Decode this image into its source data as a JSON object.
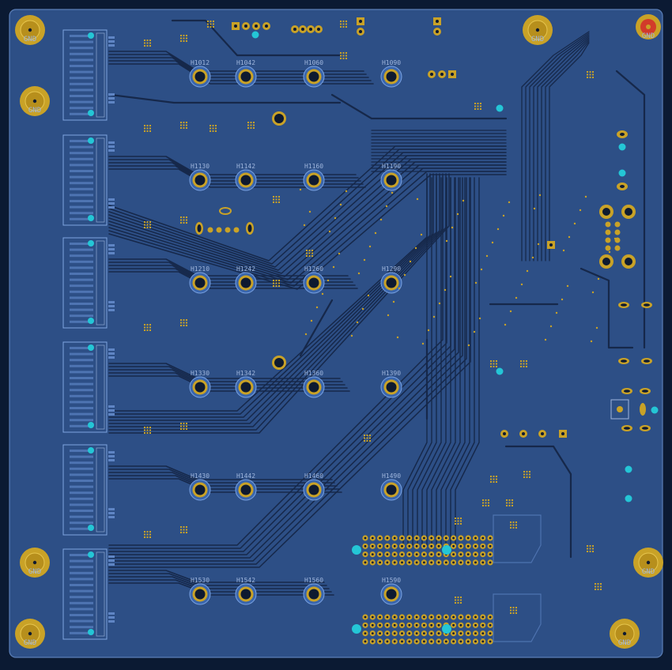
{
  "board": {
    "colors": {
      "background": "#0b1a33",
      "copper": "#2d4f86",
      "copper_light": "#3d62a0",
      "trace": "#16284a",
      "pad_gold": "#c9a227",
      "via_cyan": "#24c6d6",
      "silk": "#9fb6dd",
      "drill": "#0e1a30",
      "fiducial_red": "#d23b2a"
    },
    "mounting_hole_label": "GND",
    "mounting_holes": [
      "GND",
      "GND",
      "GND",
      "GND",
      "GND",
      "GND",
      "GND",
      "GND"
    ],
    "connector_labels": [
      "H1012",
      "H1042",
      "H1060",
      "H1090",
      "H1130",
      "H1142",
      "H1160",
      "H1190",
      "H1210",
      "H1242",
      "H1260",
      "H1290",
      "H1330",
      "H1342",
      "H1360",
      "H1390",
      "H1430",
      "H1442",
      "H1460",
      "H1490",
      "H1530",
      "H1542",
      "H1560",
      "H1590"
    ]
  }
}
